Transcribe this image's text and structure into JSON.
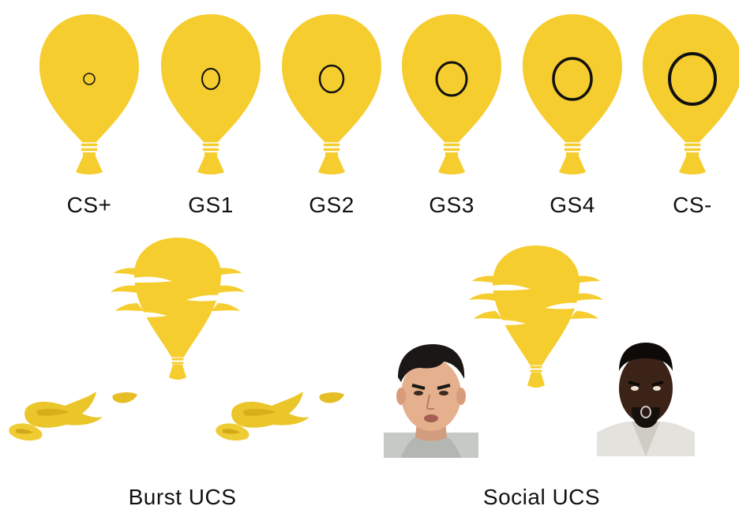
{
  "colors": {
    "balloon": "#F6CD2E",
    "balloon_dark": "#E9BA22",
    "ring": "#111111",
    "background": "#FFFFFF"
  },
  "stimuli": [
    {
      "label": "CS+",
      "ring_level": 1
    },
    {
      "label": "GS1",
      "ring_level": 2
    },
    {
      "label": "GS2",
      "ring_level": 3
    },
    {
      "label": "GS3",
      "ring_level": 4
    },
    {
      "label": "GS4",
      "ring_level": 5
    },
    {
      "label": "CS-",
      "ring_level": 6
    }
  ],
  "ucs": {
    "burst_label": "Burst UCS",
    "social_label": "Social UCS"
  },
  "icons": {
    "balloon": "balloon-icon",
    "burst": "burst-balloon-icon",
    "debris": "balloon-fragment-icon",
    "face_left": "angry-face-photo-icon",
    "face_right": "angry-face-photo-icon"
  }
}
